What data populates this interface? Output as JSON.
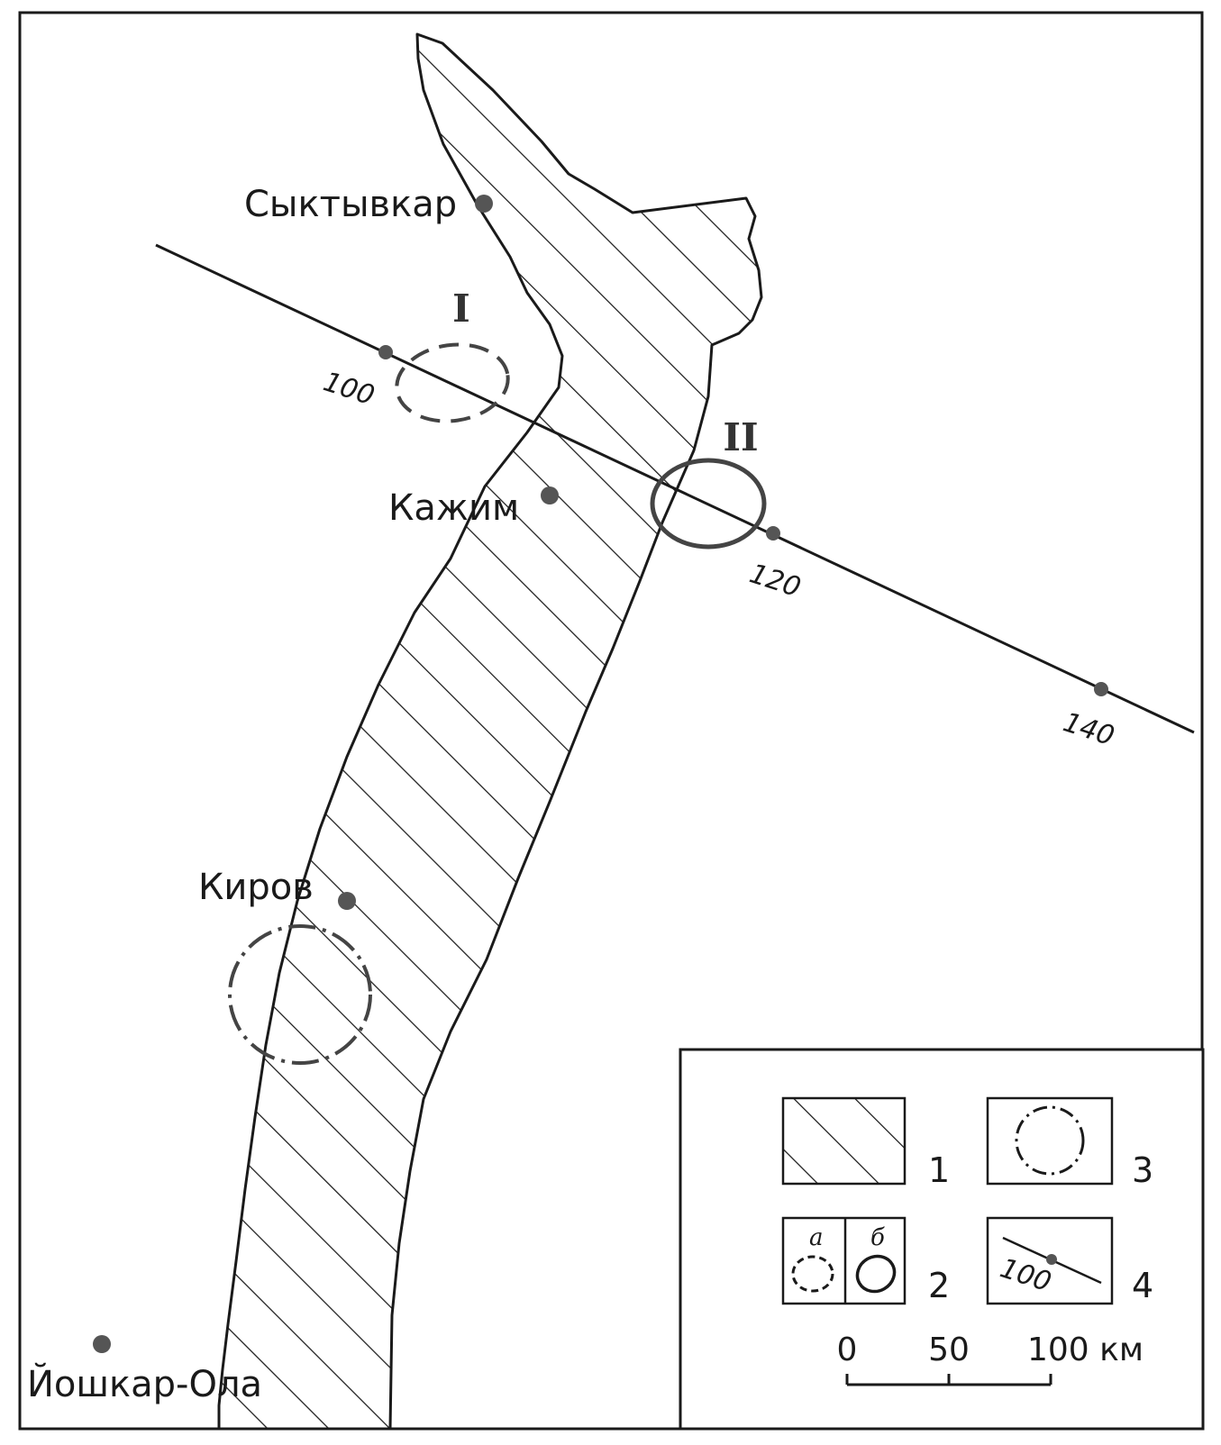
{
  "cities": {
    "syktyvkar": "Сыктывкар",
    "kazhim": "Кажим",
    "kirov": "Киров",
    "yoshkar_ola": "Йошкар-Ола"
  },
  "profile": {
    "km_100": "100",
    "km_120": "120",
    "km_140": "140"
  },
  "structures": {
    "structure_1": "I",
    "structure_2": "II"
  },
  "legend": {
    "item1_number": "1",
    "item2_number": "2",
    "item3_number": "3",
    "item4_number": "4",
    "item2_sub_a": "а",
    "item2_sub_b": "б",
    "item4_km": "100"
  },
  "scale_bar": {
    "tick_0": "0",
    "tick_50": "50",
    "tick_100": "100 км"
  },
  "colors": {
    "ink": "#1a1a1a",
    "marker": "#555555",
    "structure_outline": "#444444"
  }
}
